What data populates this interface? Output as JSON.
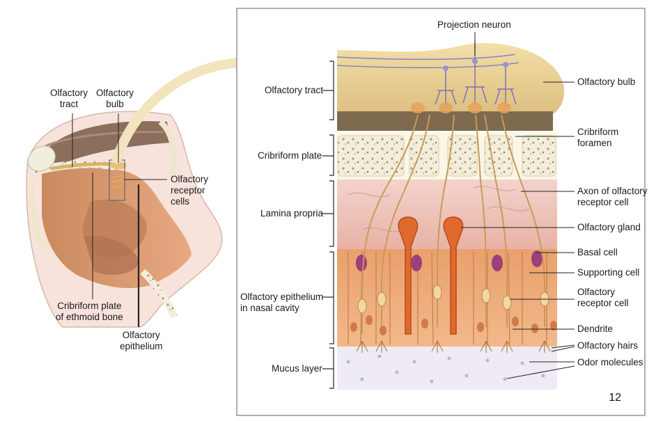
{
  "left_panel": {
    "labels": {
      "olfactory_tract": "Olfactory\ntract",
      "olfactory_bulb": "Olfactory\nbulb",
      "olfactory_receptor_cells": "Olfactory\nreceptor\ncells",
      "cribriform_plate_ethmoid": "Cribriform plate\nof ethmoid bone",
      "olfactory_epithelium": "Olfactory\nepithelium"
    }
  },
  "right_panel": {
    "left_labels": {
      "olfactory_tract": "Olfactory tract",
      "cribriform_plate": "Cribriform plate",
      "lamina_propria": "Lamina propria",
      "olfactory_epithelium": "Olfactory epithelium\nin nasal cavity",
      "mucus_layer": "Mucus layer"
    },
    "top_label": "Projection neuron",
    "right_labels": {
      "olfactory_bulb": "Olfactory bulb",
      "cribriform_foramen": "Cribriform\nforamen",
      "axon": "Axon of olfactory\nreceptor cell",
      "olfactory_gland": "Olfactory gland",
      "basal_cell": "Basal cell",
      "supporting_cell": "Supporting cell",
      "olfactory_receptor_cell": "Olfactory\nreceptor cell",
      "dendrite": "Dendrite",
      "olfactory_hairs": "Olfactory hairs",
      "odor_molecules": "Odor molecules"
    }
  },
  "page_number": "12",
  "colors": {
    "bulb": "#e9cf94",
    "bone": "#f2ecd6",
    "lamina": "#f0c8c0",
    "epithelium": "#f0b07c",
    "mucus": "#eeeaf2",
    "nerve": "#c99a5a",
    "neuron": "#8a7fc0"
  }
}
